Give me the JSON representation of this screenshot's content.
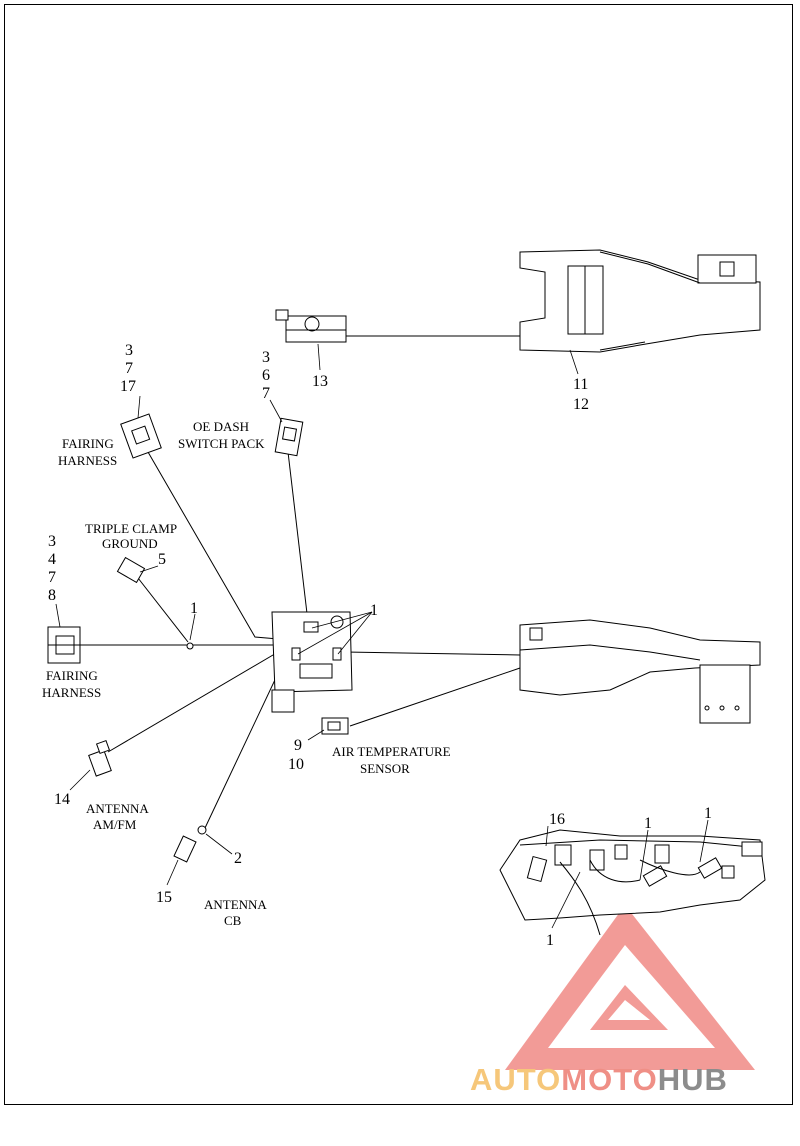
{
  "watermark": {
    "part1": "AUTO",
    "part2": "MOTO",
    "part3": "HUB",
    "color_auto": "#f6c77a",
    "color_moto": "#ef8f86",
    "color_hub": "#8c8c8c",
    "logo_color": "#ef8080"
  },
  "callouts": {
    "c3_a": "3",
    "c7_a": "7",
    "c17": "17",
    "c3_b": "3",
    "c6": "6",
    "c7_b": "7",
    "c13": "13",
    "c11": "11",
    "c12": "12",
    "c3_c": "3",
    "c4": "4",
    "c7_c": "7",
    "c8": "8",
    "c5": "5",
    "c1_clamp": "1",
    "c1_module": "1",
    "c9": "9",
    "c10": "10",
    "c14": "14",
    "c2": "2",
    "c15": "15",
    "c16": "16",
    "c1_inset_a": "1",
    "c1_inset_b": "1",
    "c1_inset_c": "1"
  },
  "labels": {
    "fairing_harness_top_1": "FAIRING",
    "fairing_harness_top_2": "HARNESS",
    "oe_dash_1": "OE DASH",
    "oe_dash_2": "SWITCH PACK",
    "triple_clamp_1": "TRIPLE CLAMP",
    "triple_clamp_2": "GROUND",
    "fairing_harness_left_1": "FAIRING",
    "fairing_harness_left_2": "HARNESS",
    "air_temp_1": "AIR TEMPERATURE",
    "air_temp_2": "SENSOR",
    "antenna_amfm_1": "ANTENNA",
    "antenna_amfm_2": "AM/FM",
    "antenna_cb_1": "ANTENNA",
    "antenna_cb_2": "CB"
  }
}
